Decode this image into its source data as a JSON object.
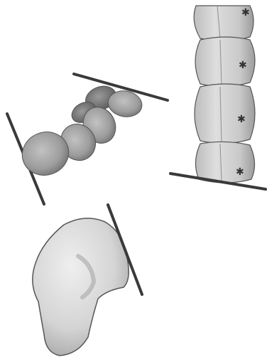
{
  "colors": {
    "background": "#ffffff",
    "membrane_line": "#3a3a3a",
    "chain_cell_fill": "#a9a9a9",
    "chain_cell_dark": "#6e6e6e",
    "chain_cell_light": "#c8c8c8",
    "stack_cell_fill": "#cfcfcf",
    "stack_cell_shadow": "#8f8f8f",
    "blob_fill": "#dcdcdc",
    "blob_shadow": "#9a9a9a",
    "outline": "#555555",
    "marker": "#333333"
  },
  "panels": {
    "diagonal_chain": {
      "cell_count": 6,
      "membrane_lines": 2
    },
    "vertical_stack": {
      "cell_count": 4,
      "markers": 4,
      "membrane_lines": 1
    },
    "single_blob": {
      "cell_count": 1,
      "membrane_lines": 1
    }
  }
}
